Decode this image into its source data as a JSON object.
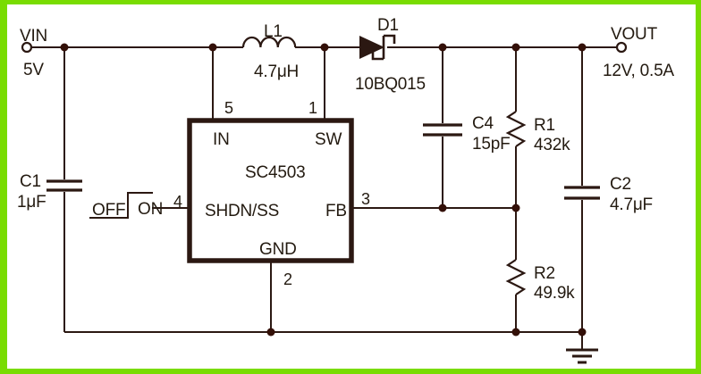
{
  "schematic": {
    "input": {
      "label": "VIN",
      "value": "5V"
    },
    "output": {
      "label": "VOUT",
      "value": "12V, 0.5A"
    },
    "ic": {
      "name": "SC4503",
      "pins": {
        "in": {
          "num": "5",
          "label": "IN"
        },
        "sw": {
          "num": "1",
          "label": "SW"
        },
        "shdn": {
          "num": "4",
          "label_bar": "SHDN",
          "label_rest": "/SS"
        },
        "fb": {
          "num": "3",
          "label": "FB"
        },
        "gnd": {
          "num": "2",
          "label": "GND"
        }
      }
    },
    "components": {
      "L1": {
        "ref": "L1",
        "value": "4.7μH"
      },
      "D1": {
        "ref": "D1",
        "value": "10BQ015"
      },
      "C1": {
        "ref": "C1",
        "value": "1μF"
      },
      "C4": {
        "ref": "C4",
        "value": "15pF"
      },
      "R1": {
        "ref": "R1",
        "value": "432k"
      },
      "R2": {
        "ref": "R2",
        "value": "49.9k"
      },
      "C2": {
        "ref": "C2",
        "value": "4.7μF"
      }
    },
    "control": {
      "off_label": "OFF",
      "on_label": "ON"
    }
  },
  "colors": {
    "frame": "#79DC02",
    "line": "#2B1812",
    "dot": "#331008",
    "text": "#231A10"
  }
}
